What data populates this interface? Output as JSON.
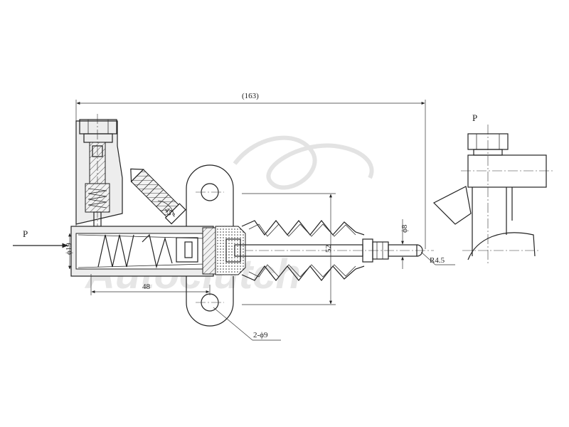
{
  "watermark": "Autoclutch",
  "labels": {
    "overall_length": "(163)",
    "port_left": "P",
    "port_right": "P",
    "bore_diameter": "ϕ19",
    "boot_height": "52",
    "rod_diameter": "ϕ8",
    "tip_radius": "R4.5",
    "mount_length": "48",
    "mount_holes": "2-ϕ9",
    "bleeder_angle": "45°"
  }
}
